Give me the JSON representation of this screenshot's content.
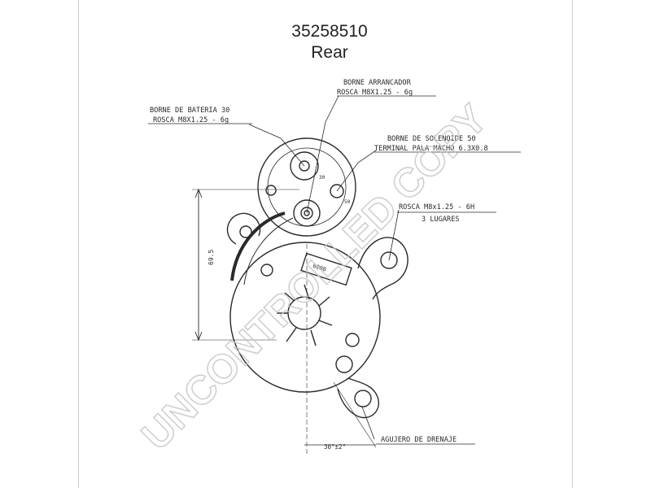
{
  "header": {
    "part_number": "35258510",
    "view": "Rear"
  },
  "callouts": {
    "starter_terminal": [
      "BORNE ARRANCADOR",
      "ROSCA M8X1.25 - 6g"
    ],
    "battery_terminal": [
      "BORNE DE BATERIA 30",
      "ROSCA M8X1.25 - 6g"
    ],
    "solenoid_terminal": [
      "BORNE DE SOLENOIDE 50",
      "TERMINAL PALA MACHO 6.3X0.8"
    ],
    "mount_thread": [
      "ROSCA M8x1.25 - 6H",
      "3 LUGARES"
    ],
    "drain_hole": "AGUJERO DE DRENAJE"
  },
  "dimensions": {
    "height": "69.5",
    "angle": "30°±2°"
  },
  "terminal_labels": {
    "t30": "30",
    "t50": "50"
  },
  "plate_text": "0000",
  "watermark": "UNCONTROLLED COPY",
  "colors": {
    "line": "#2a2a2a",
    "watermark": "#c8c8c8",
    "frame": "#cfcfcf"
  }
}
